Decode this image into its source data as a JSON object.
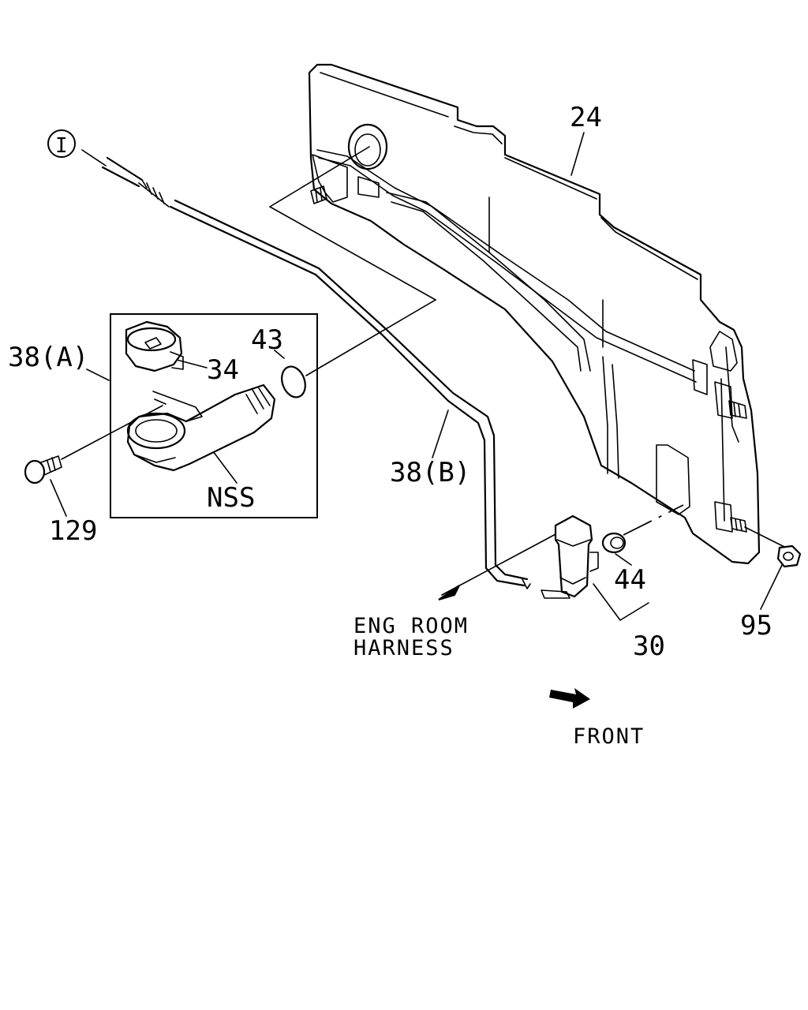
{
  "callouts": {
    "p24": "24",
    "p38a": "38(A)",
    "p34": "34",
    "p43": "43",
    "p129": "129",
    "nss": "NSS",
    "p38b": "38(B)",
    "p44": "44",
    "p30": "30",
    "p95": "95",
    "ref_i": "I"
  },
  "notes": {
    "eng_room_line1": "ENG ROOM",
    "eng_room_line2": "HARNESS",
    "front": "FRONT"
  }
}
